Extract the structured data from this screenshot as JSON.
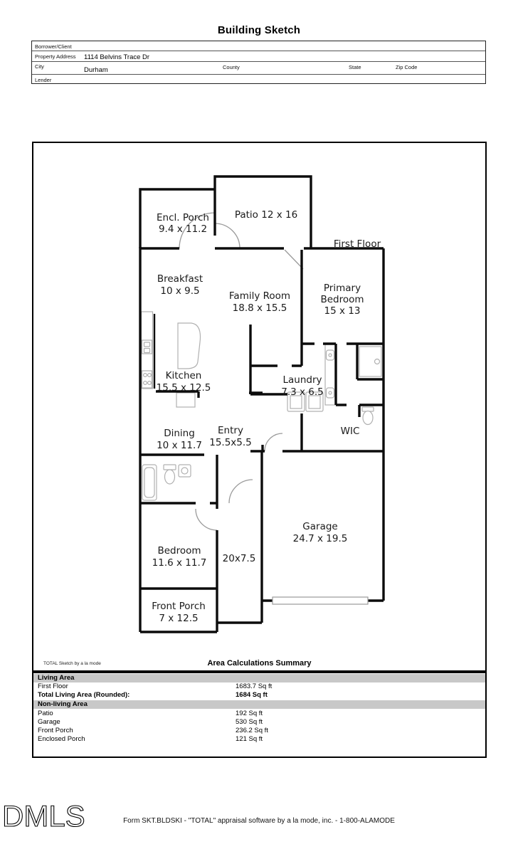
{
  "title": "Building Sketch",
  "form": {
    "borrower_label": "Borrower/Client",
    "property_address_label": "Property Address",
    "property_address_value": "1114 Belvins Trace Dr",
    "city_label": "City",
    "city_value": "Durham",
    "county_label": "County",
    "state_label": "State",
    "zip_label": "Zip Code",
    "lender_label": "Lender"
  },
  "plan": {
    "rooms": [
      {
        "name": "enclosed-porch",
        "lines": [
          "Encl. Porch",
          "9.4 x 11.2"
        ]
      },
      {
        "name": "patio",
        "lines": [
          "Patio 12 x 16"
        ]
      },
      {
        "name": "first-floor-label",
        "lines": [
          "First Floor"
        ]
      },
      {
        "name": "breakfast",
        "lines": [
          "Breakfast",
          "10 x 9.5"
        ]
      },
      {
        "name": "family-room",
        "lines": [
          "Family Room",
          "18.8 x 15.5"
        ]
      },
      {
        "name": "primary-bedroom",
        "lines": [
          "Primary",
          "Bedroom",
          "15 x 13"
        ]
      },
      {
        "name": "kitchen",
        "lines": [
          "Kitchen",
          "15.5 x 12.5"
        ]
      },
      {
        "name": "laundry",
        "lines": [
          "Laundry",
          "7.3 x 6.5"
        ]
      },
      {
        "name": "dining",
        "lines": [
          "Dining",
          "10 x 11.7"
        ]
      },
      {
        "name": "entry",
        "lines": [
          "Entry",
          "15.5x5.5"
        ]
      },
      {
        "name": "wic",
        "lines": [
          "WIC"
        ]
      },
      {
        "name": "garage",
        "lines": [
          "Garage",
          "24.7 x 19.5"
        ]
      },
      {
        "name": "bedroom",
        "lines": [
          "Bedroom",
          "11.6 x 11.7"
        ]
      },
      {
        "name": "hall",
        "lines": [
          "20x7.5"
        ]
      },
      {
        "name": "front-porch",
        "lines": [
          "Front Porch",
          "7 x 12.5"
        ]
      }
    ]
  },
  "summary": {
    "brand": "TOTAL Sketch by a la mode",
    "title": "Area Calculations Summary",
    "living_header": "Living Area",
    "first_floor_label": "First Floor",
    "first_floor_value": "1683.7 Sq ft",
    "total_label": "Total Living Area (Rounded):",
    "total_value": "1684 Sq ft",
    "nonliving_header": "Non-living Area",
    "patio_label": "Patio",
    "patio_value": "192 Sq ft",
    "garage_label": "Garage",
    "garage_value": "530 Sq ft",
    "front_porch_label": "Front Porch",
    "front_porch_value": "236.2 Sq ft",
    "enclosed_porch_label": "Enclosed Porch",
    "enclosed_porch_value": "121 Sq ft"
  },
  "footer": {
    "logo": "DMLS",
    "text": "Form SKT.BLDSKI - \"TOTAL\" appraisal software by a la mode, inc. - 1-800-ALAMODE"
  }
}
